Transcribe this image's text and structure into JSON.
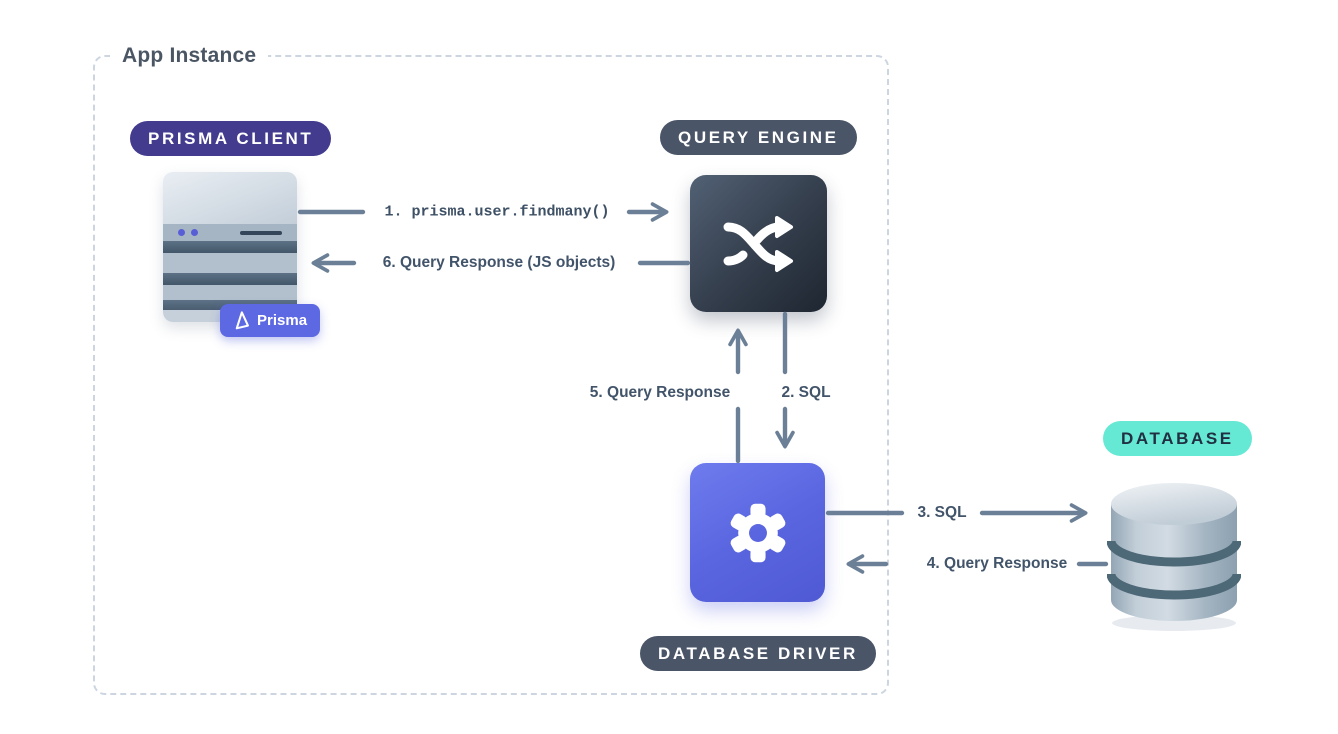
{
  "app_instance": {
    "title": "App Instance"
  },
  "nodes": {
    "prisma_client": {
      "badge": "PRISMA CLIENT",
      "icon": "server-icon",
      "logo_label": "Prisma"
    },
    "query_engine": {
      "badge": "QUERY ENGINE",
      "icon": "shuffle-icon"
    },
    "database_driver": {
      "badge": "DATABASE DRIVER",
      "icon": "gear-icon"
    },
    "database": {
      "badge": "DATABASE",
      "icon": "database-cylinder-icon"
    }
  },
  "flows": [
    {
      "step": 1,
      "label": "1. prisma.user.findmany()",
      "from": "prisma-client",
      "to": "query-engine",
      "style": "mono"
    },
    {
      "step": 2,
      "label": "2. SQL",
      "from": "query-engine",
      "to": "database-driver",
      "style": "sans"
    },
    {
      "step": 3,
      "label": "3. SQL",
      "from": "database-driver",
      "to": "database",
      "style": "sans"
    },
    {
      "step": 4,
      "label": "4. Query Response",
      "from": "database",
      "to": "database-driver",
      "style": "sans"
    },
    {
      "step": 5,
      "label": "5. Query Response",
      "from": "database-driver",
      "to": "query-engine",
      "style": "sans"
    },
    {
      "step": 6,
      "label": "6. Query Response (JS objects)",
      "from": "query-engine",
      "to": "prisma-client",
      "style": "sans"
    }
  ],
  "colors": {
    "prisma_client_badge": "#423b8e",
    "slate_badge": "#4a5568",
    "database_badge": "#66e9d4",
    "prisma_logo_badge": "#5d68e3",
    "engine_box_gradient_start": "#526175",
    "engine_box_gradient_end": "#1e2631",
    "driver_box_gradient_start": "#6e7cee",
    "driver_box_gradient_end": "#4e59d3",
    "arrow": "#6b8097",
    "label_text": "#42546a",
    "dashed_border": "#cdd6e0"
  }
}
